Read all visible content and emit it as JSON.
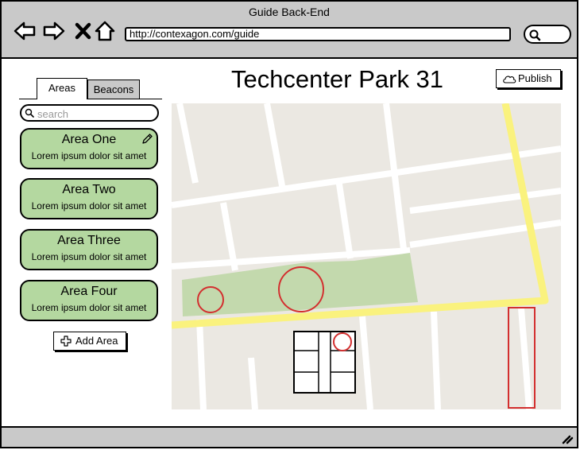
{
  "window": {
    "title": "Guide Back-End"
  },
  "browser": {
    "url": "http://contexagon.com/guide"
  },
  "sidebar": {
    "tabs": [
      {
        "label": "Areas",
        "active": true
      },
      {
        "label": "Beacons",
        "active": false
      }
    ],
    "search": {
      "placeholder": "search",
      "value": ""
    },
    "areas": [
      {
        "name": "Area One",
        "description": "Lorem ipsum dolor sit amet"
      },
      {
        "name": "Area Two",
        "description": "Lorem ipsum dolor sit amet"
      },
      {
        "name": "Area Three",
        "description": "Lorem ipsum dolor sit amet"
      },
      {
        "name": "Area Four",
        "description": "Lorem ipsum dolor sit amet"
      }
    ],
    "add_area_label": "Add Area"
  },
  "main": {
    "title": "Techcenter Park 31",
    "publish_label": "Publish"
  },
  "colors": {
    "chrome": "#c9c9c9",
    "area_card": "#b4d8a0",
    "map_ground": "#ebe8e2",
    "map_park": "#c3d9ad",
    "map_main_road": "#faf27e",
    "marker": "#d32f2f"
  },
  "icons": [
    "back-arrow-icon",
    "forward-arrow-icon",
    "stop-icon",
    "home-icon",
    "search-icon",
    "pencil-icon",
    "plus-icon",
    "cloud-icon",
    "resize-grip-icon"
  ]
}
